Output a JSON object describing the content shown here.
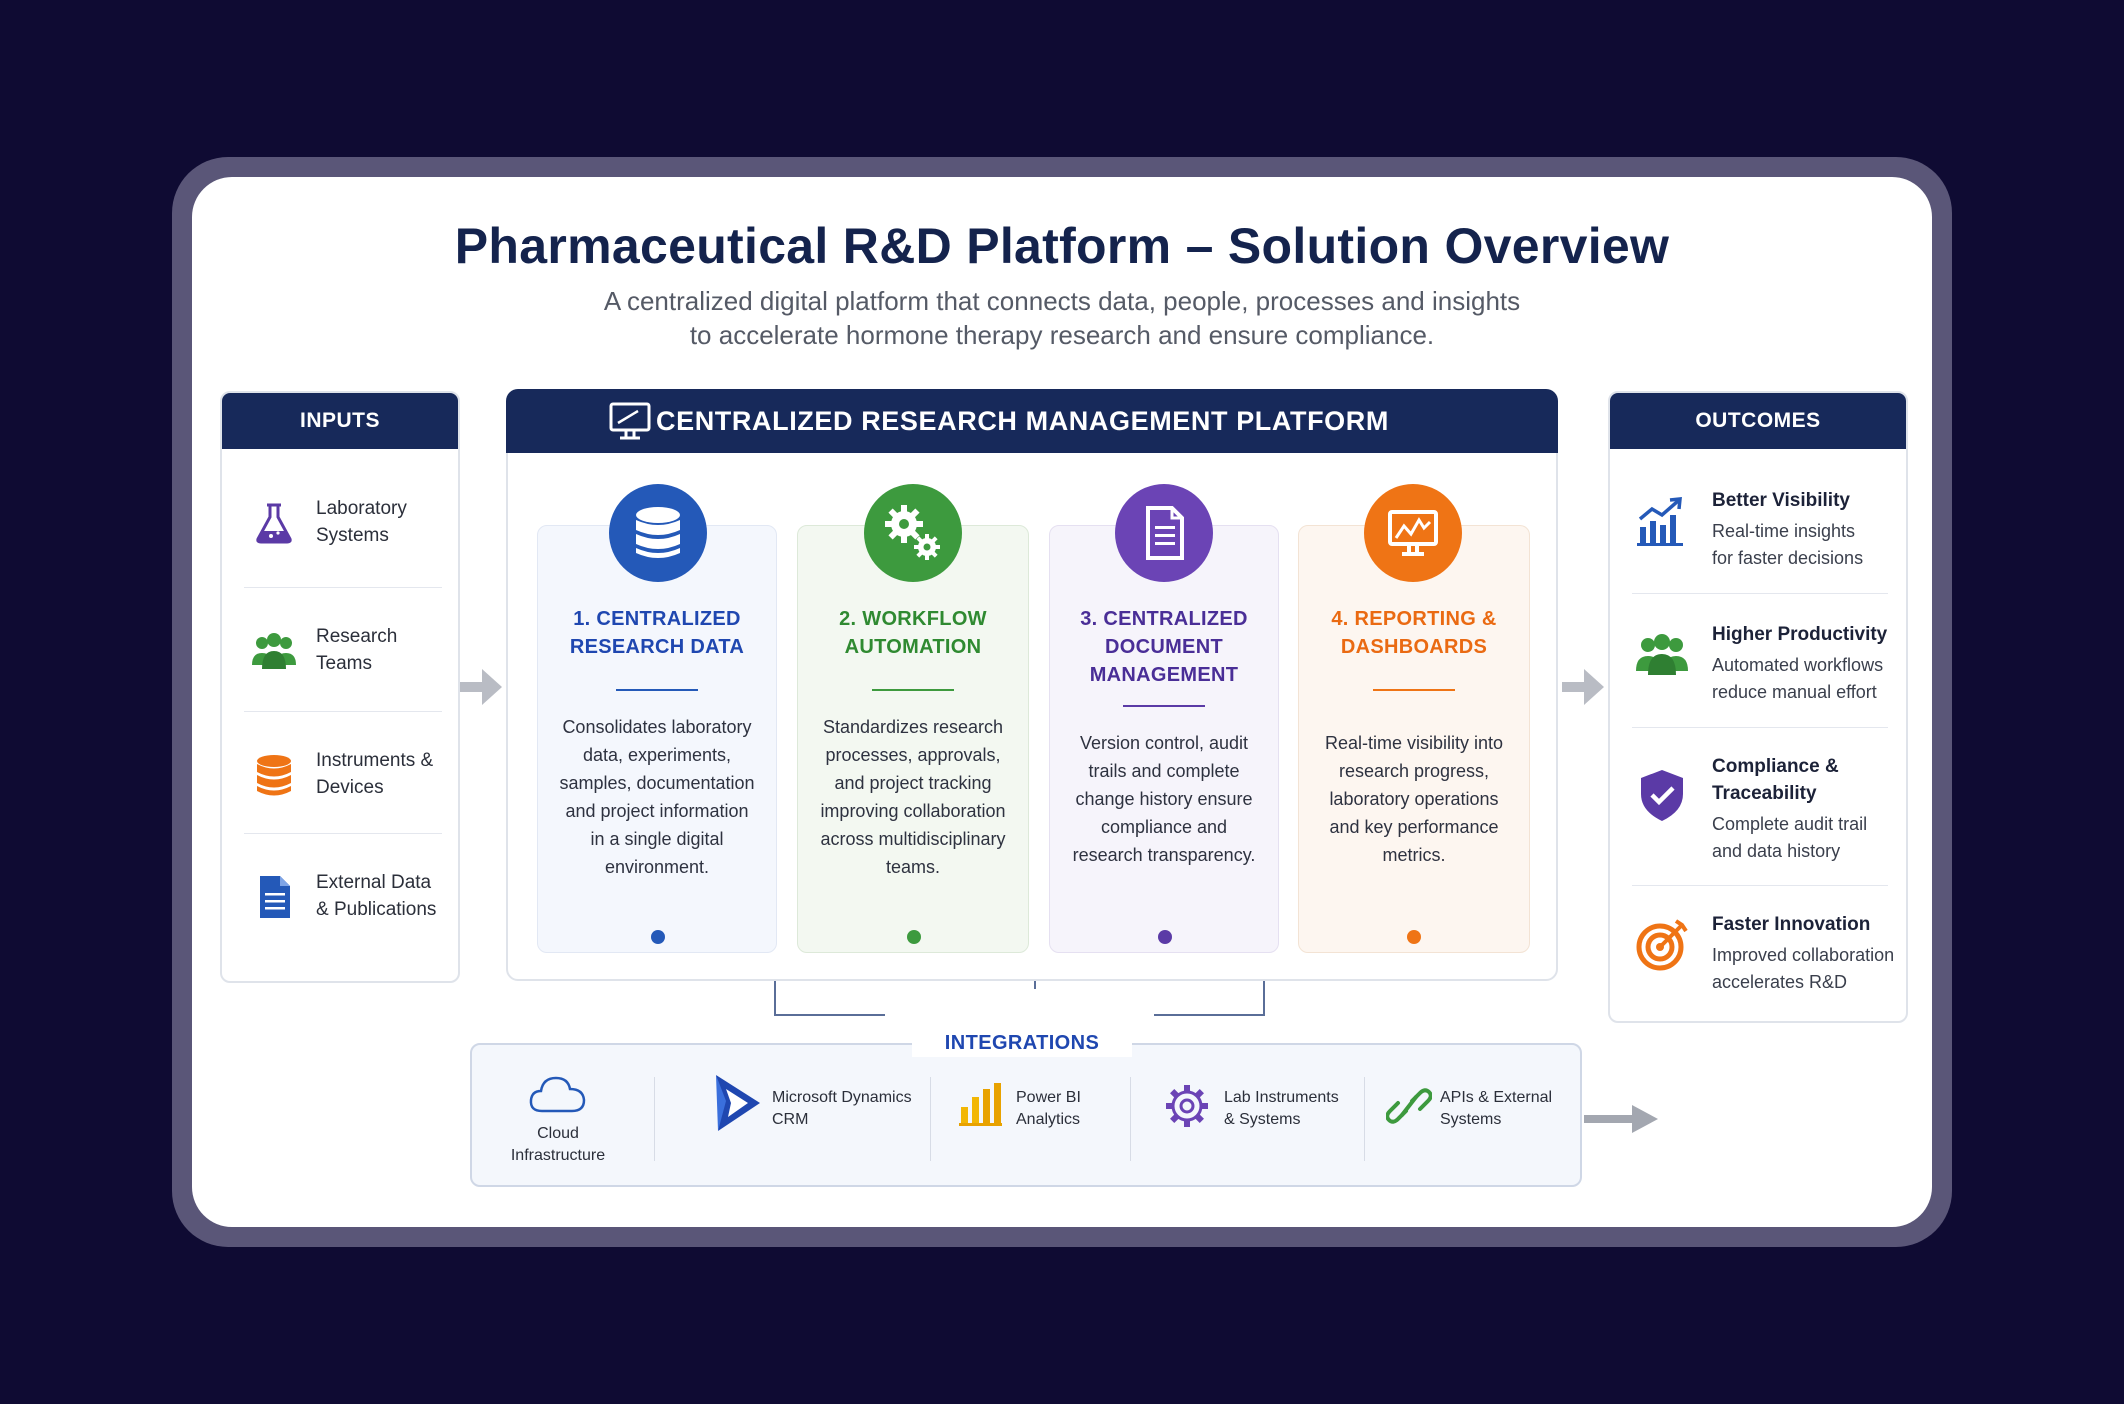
{
  "title": "Pharmaceutical R&D Platform – Solution Overview",
  "subtitle_line1": "A centralized digital platform that connects data, people, processes and insights",
  "subtitle_line2": "to accelerate hormone therapy research and ensure compliance.",
  "inputs": {
    "header": "INPUTS",
    "items": [
      {
        "line1": "Laboratory",
        "line2": "Systems",
        "icon": "flask-icon"
      },
      {
        "line1": "Research",
        "line2": "Teams",
        "icon": "people-icon"
      },
      {
        "line1": "Instruments &",
        "line2": "Devices",
        "icon": "database-icon"
      },
      {
        "line1": "External Data",
        "line2": "& Publications",
        "icon": "document-icon"
      }
    ]
  },
  "platform": {
    "header": "CENTRALIZED RESEARCH MANAGEMENT PLATFORM",
    "cards": [
      {
        "title": [
          "1. CENTRALIZED",
          "RESEARCH DATA"
        ],
        "desc": [
          "Consolidates laboratory",
          "data, experiments,",
          "samples, documentation",
          "and project information",
          "in a single digital",
          "environment."
        ],
        "color": "#2459b8",
        "icon": "database-icon"
      },
      {
        "title": [
          "2. WORKFLOW",
          "AUTOMATION"
        ],
        "desc": [
          "Standardizes research",
          "processes, approvals,",
          "and project tracking",
          "improving collaboration",
          "across multidisciplinary",
          "teams."
        ],
        "color": "#3d9a3e",
        "icon": "gears-icon"
      },
      {
        "title": [
          "3. CENTRALIZED",
          "DOCUMENT",
          "MANAGEMENT"
        ],
        "desc": [
          "Version control, audit",
          "trails and complete",
          "change history ensure",
          "compliance and",
          "research transparency."
        ],
        "color": "#5b3aa6",
        "icon": "document-icon"
      },
      {
        "title": [
          "4. REPORTING &",
          "DASHBOARDS"
        ],
        "desc": [
          "Real-time visibility into",
          "research progress,",
          "laboratory operations",
          "and key performance",
          "metrics."
        ],
        "color": "#ef7415",
        "icon": "dashboard-icon"
      }
    ]
  },
  "outcomes": {
    "header": "OUTCOMES",
    "items": [
      {
        "head": [
          "Better Visibility"
        ],
        "desc": [
          "Real-time insights",
          "for faster decisions"
        ],
        "icon": "chart-icon"
      },
      {
        "head": [
          "Higher Productivity"
        ],
        "desc": [
          "Automated workflows",
          "reduce manual effort"
        ],
        "icon": "people-icon"
      },
      {
        "head": [
          "Compliance &",
          "Traceability"
        ],
        "desc": [
          "Complete audit trail",
          "and data history"
        ],
        "icon": "shield-icon"
      },
      {
        "head": [
          "Faster Innovation"
        ],
        "desc": [
          "Improved collaboration",
          "accelerates R&D"
        ],
        "icon": "target-icon"
      }
    ]
  },
  "integrations": {
    "title": "INTEGRATIONS",
    "items": [
      {
        "line1": "Cloud",
        "line2": "Infrastructure",
        "icon": "cloud-icon"
      },
      {
        "line1": "Microsoft Dynamics",
        "line2": "CRM",
        "icon": "dynamics-icon"
      },
      {
        "line1": "Power BI",
        "line2": "Analytics",
        "icon": "bar-chart-icon"
      },
      {
        "line1": "Lab Instruments",
        "line2": "& Systems",
        "icon": "gear-icon"
      },
      {
        "line1": "APIs & External",
        "line2": "Systems",
        "icon": "link-icon"
      }
    ]
  },
  "colors": {
    "navy": "#17295a",
    "blue": "#2459b8",
    "green": "#3d9a3e",
    "purple": "#5b3aa6",
    "orange": "#ef7415"
  }
}
